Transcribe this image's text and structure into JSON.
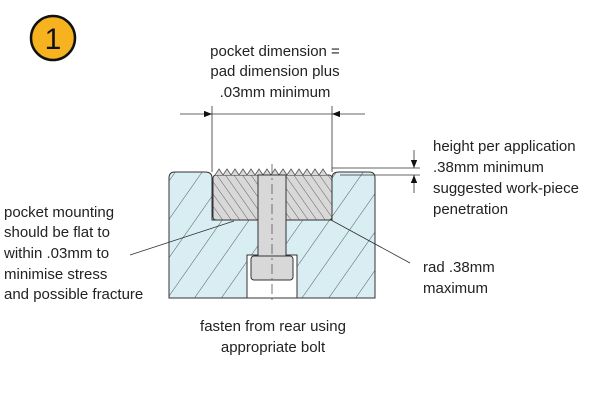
{
  "badge": {
    "number": "1",
    "color": "#f7b31f"
  },
  "colors": {
    "base": "#d9eef3",
    "pad": "#d8d8d8"
  },
  "labels": {
    "pocket_dimension": [
      "pocket dimension =",
      "pad dimension plus",
      ".03mm minimum"
    ],
    "height": [
      "height per application",
      ".38mm minimum",
      "suggested work-piece",
      "penetration"
    ],
    "mounting": [
      "pocket mounting",
      "should be flat to",
      "within .03mm to",
      "minimise stress",
      "and possible fracture"
    ],
    "rad": [
      "rad .38mm",
      "maximum"
    ],
    "fasten": [
      "fasten from rear using",
      "appropriate bolt"
    ]
  }
}
